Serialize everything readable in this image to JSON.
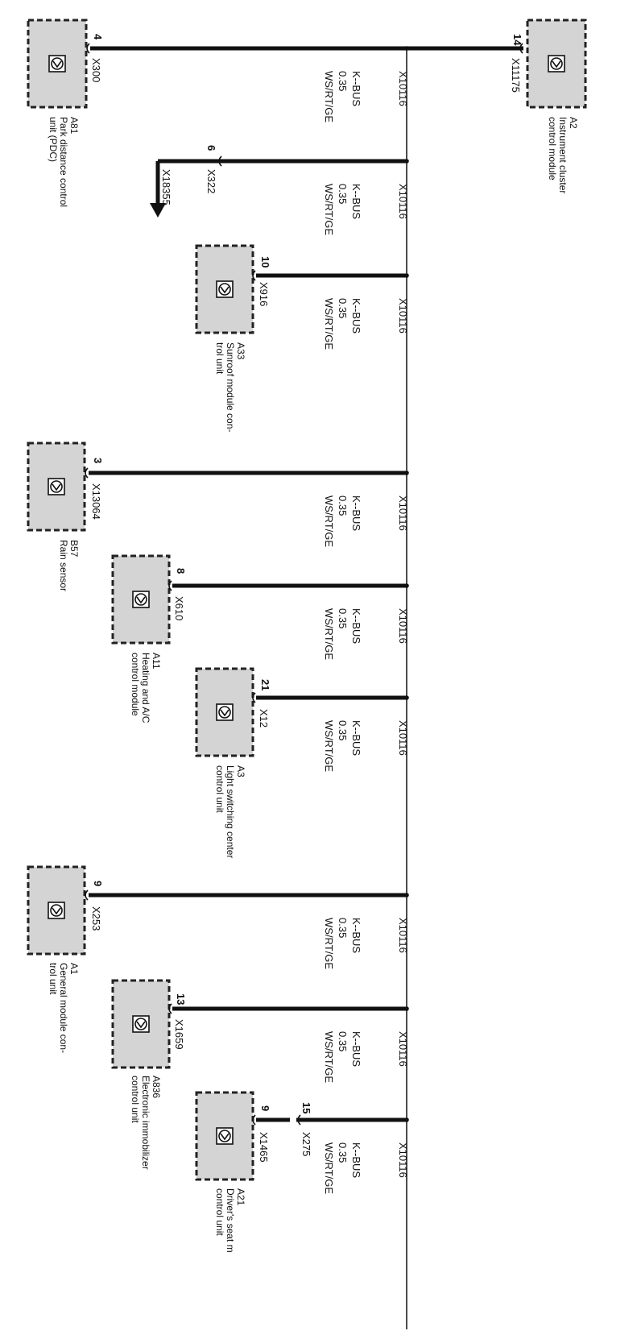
{
  "bus": {
    "wire_label": "K--BUS",
    "wire_gauge": "0.35",
    "wire_color": "WS/RT/GE",
    "splice": "X10116"
  },
  "modules": [
    {
      "id": "A2",
      "name": [
        "Instrument cluster",
        "control module"
      ],
      "connector": "X11175",
      "pin": "14"
    },
    {
      "id": "A81",
      "name": [
        "Park distance control",
        "unit (PDC)"
      ],
      "connector": "X300",
      "pin": "4"
    },
    {
      "id": "A33",
      "name": [
        "Sunroof module con-",
        "trol unit"
      ],
      "connector": "X916",
      "pin": "10"
    },
    {
      "id": "B57",
      "name": [
        "Rain sensor"
      ],
      "connector": "X13064",
      "pin": "3"
    },
    {
      "id": "A11",
      "name": [
        "Heating and A/C",
        "control module"
      ],
      "connector": "X610",
      "pin": "8"
    },
    {
      "id": "A3",
      "name": [
        "Light switching center",
        "control unit"
      ],
      "connector": "X12",
      "pin": "21"
    },
    {
      "id": "A1",
      "name": [
        "General module con-",
        "trol unit"
      ],
      "connector": "X253",
      "pin": "9"
    },
    {
      "id": "A836",
      "name": [
        "Electronic immobilizer",
        "control unit"
      ],
      "connector": "X1659",
      "pin": "13"
    },
    {
      "id": "A21",
      "name": [
        "Driver's seat m",
        "control unit"
      ],
      "connector": "X1465",
      "pin": "9"
    }
  ],
  "continuation": {
    "connector": "X322",
    "pin": "6",
    "target": "X18355"
  },
  "inline_connector": {
    "connector": "X275",
    "pin": "15"
  }
}
